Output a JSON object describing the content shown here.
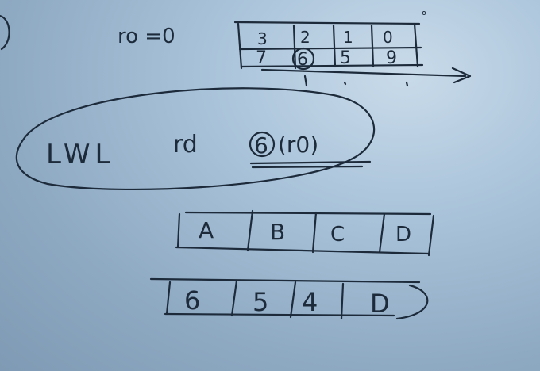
{
  "register": {
    "label": "ro =0",
    "degree_mark": "°",
    "top_row": [
      "3",
      "2",
      "1",
      "0"
    ],
    "bottom_row": [
      "7",
      "6",
      "5",
      "9"
    ]
  },
  "instruction": {
    "mnemonic": "LWL",
    "register": "rd",
    "circled_value": "6",
    "operand": "(r0)"
  },
  "row_letters": [
    "A",
    "B",
    "C",
    "D"
  ],
  "row_values": [
    "6",
    "5",
    "4",
    "D"
  ],
  "colors": {
    "ink": "#1c2a3a",
    "board_light": "#c9dbea",
    "board_dark": "#7f9ab4"
  }
}
